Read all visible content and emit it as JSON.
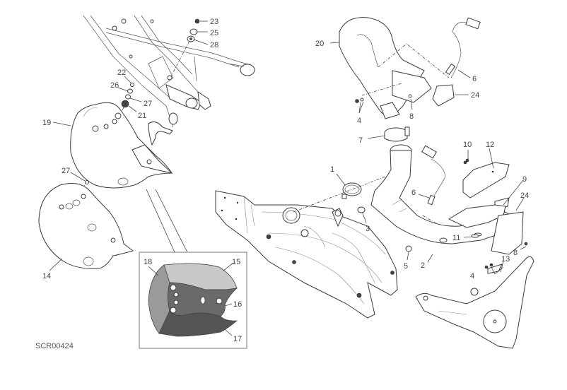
{
  "diagram": {
    "drawing_code": "SCR00424",
    "callouts": {
      "c1": "1",
      "c2": "2",
      "c3": "3",
      "c4a": "4",
      "c4b": "4",
      "c5": "5",
      "c6a": "6",
      "c6b": "6",
      "c7": "7",
      "c8a": "8",
      "c8b": "8",
      "c9": "9",
      "c10": "10",
      "c11": "11",
      "c12": "12",
      "c13": "13",
      "c14": "14",
      "c15": "15",
      "c16": "16",
      "c17": "17",
      "c18": "18",
      "c19": "19",
      "c20": "20",
      "c21": "21",
      "c22": "22",
      "c23": "23",
      "c24a": "24",
      "c24b": "24",
      "c25": "25",
      "c26": "26",
      "c27a": "27",
      "c27b": "27",
      "c28": "28"
    },
    "inset_colors": {
      "part15": "#c8c8c8",
      "part16": "#6a6a6a",
      "part17": "#555555",
      "part18": "#9a9a9a"
    }
  }
}
